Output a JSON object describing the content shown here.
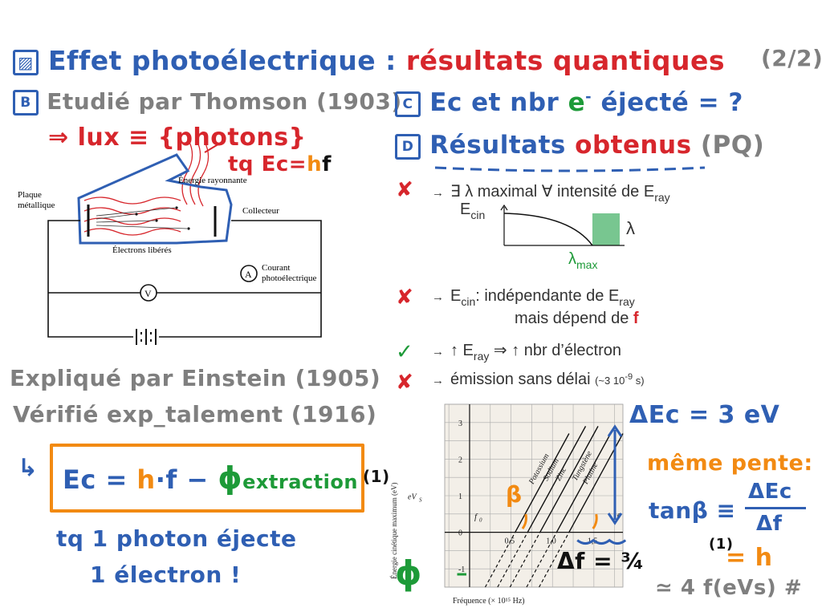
{
  "header": {
    "icon": "▨",
    "title_part1": "Effet photoélectrique :",
    "title_part2": "résultats quantiques",
    "page": "(2/2)"
  },
  "section_b": {
    "icon": "B",
    "title": "Etudié par Thomson (1903)",
    "note_line1": "⇒ lux ≡ {photons}",
    "note_line2_prefix": "tq Ec=",
    "note_line2_h": "h",
    "note_line2_f": "f"
  },
  "apparatus": {
    "energie": "Énergie rayonnante",
    "plaque_line1": "Plaque",
    "plaque_line2": "métallique",
    "collecteur": "Collecteur",
    "electrons": "Électrons libérés",
    "courant_line1": "Courant",
    "courant_line2": "photoélectrique",
    "ammeter": "A",
    "voltmeter": "V"
  },
  "section_c": {
    "icon": "C",
    "text_prefix": "Ec et nbr",
    "text_e": "e",
    "text_suffix": "éjecté = ?"
  },
  "section_d": {
    "icon": "D",
    "title_part1": "Résultats",
    "title_part2": "obtenus",
    "title_part3": "(PQ)"
  },
  "results": [
    {
      "mark": "✘",
      "arrow": "→",
      "text": "∃ λ maximal ∀ intensité de E",
      "sub": "ray"
    },
    {
      "mark": "✘",
      "arrow": "→",
      "text": "E",
      "sub": "cin",
      "text2": ":  indépendante de E",
      "sub2": "ray",
      "line2": "mais dépend de ",
      "line2_f": "f"
    },
    {
      "mark": "✓",
      "arrow": "→",
      "text": "↑ E",
      "sub": "ray",
      "text2": " ⇒ ↑ nbr d’électron"
    },
    {
      "mark": "✘",
      "arrow": "→",
      "text": "émission sans délai ",
      "small": "(~3 10",
      "small_sup": "-9",
      "small_end": " s)"
    }
  ],
  "mini_graph": {
    "ylabel": "E",
    "ylabel_sub": "cin",
    "xlabel": "λ",
    "lmax": "λ",
    "lmax_sub": "max"
  },
  "einstein": {
    "line1": "Expliqué par Einstein (1905)",
    "line2": "Vérifié exp_talement (1916)"
  },
  "formula": {
    "arrow": "↳",
    "ec": "Ec =",
    "h": "h",
    "dot_f": "·f",
    "minus": "−",
    "phi": "ϕ",
    "phi_sub": "extraction",
    "number": "(1)"
  },
  "tq_photon": {
    "line1": "tq 1 photon éjecte",
    "line2": "1 électron !"
  },
  "chart_data": {
    "type": "line",
    "xlabel": "Fréquence (× 10¹⁵ Hz)",
    "ylabel": "Énergie cinétique maximum (eV)",
    "eVs_label": "eV",
    "eVs_sub": "S",
    "xlim": [
      -0.3,
      1.85
    ],
    "ylim": [
      -1.5,
      3.5
    ],
    "yticks": [
      "3",
      "2",
      "1",
      "0",
      "-1"
    ],
    "xticks": [
      "0,5",
      "1,0",
      "1,5"
    ],
    "f0_label": "f",
    "f0_sub": "0",
    "f_label": "f",
    "grid": true,
    "series": [
      {
        "name": "Potassium",
        "x": [
          0.55,
          1.2
        ],
        "y": [
          0,
          2.7
        ]
      },
      {
        "name": "Sodium",
        "x": [
          0.7,
          1.4
        ],
        "y": [
          0,
          2.9
        ]
      },
      {
        "name": "Zinc",
        "x": [
          0.85,
          1.55
        ],
        "y": [
          0,
          2.9
        ]
      },
      {
        "name": "Tungstène",
        "x": [
          1.05,
          1.75
        ],
        "y": [
          0,
          2.9
        ]
      },
      {
        "name": "Platine",
        "x": [
          1.2,
          1.85
        ],
        "y": [
          0,
          2.7
        ]
      }
    ]
  },
  "chart_annotations": {
    "delta_ec": "ΔEc = 3 eV",
    "beta": "β",
    "phi": "ϕ",
    "delta_f": "Δf = ¾"
  },
  "pente": {
    "title": "même pente:",
    "tan": "tanβ ≡",
    "num": "ΔEc",
    "den": "Δf",
    "ref": "(1)",
    "eq": "= h",
    "approx": "≃ 4 f(eVs) #"
  }
}
